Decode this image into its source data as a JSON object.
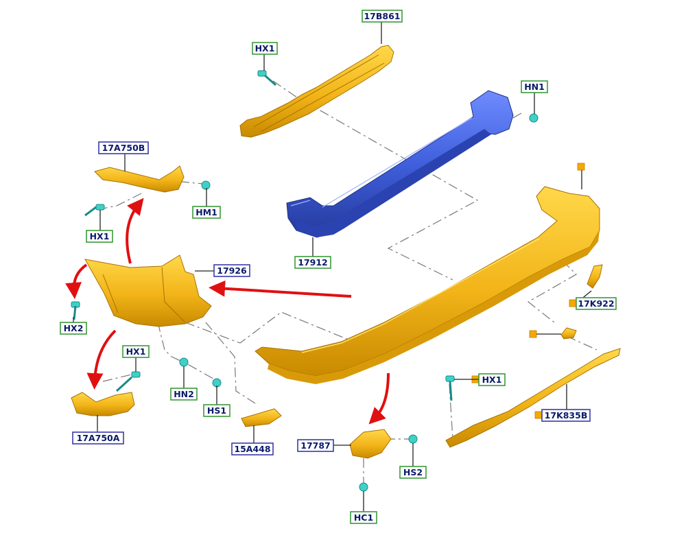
{
  "colors": {
    "label_green_border": "#3a9a3a",
    "label_blue_border": "#3a3aa8",
    "label_text": "#0a1a6a",
    "yellow_part": "#f2b418",
    "yellow_part_dark": "#c88a00",
    "blue_part": "#3f5fdc",
    "blue_part_dark": "#24399a",
    "fastener": "#3fd0c8",
    "arrow_red": "#e01010",
    "marker_orange": "#f5a800"
  },
  "labels": {
    "p17B861": "17B861",
    "hx1_top": "HX1",
    "hn1": "HN1",
    "p17A750B": "17A750B",
    "hm1": "HM1",
    "hx1_left": "HX1",
    "p17912": "17912",
    "p17926": "17926",
    "hx2": "HX2",
    "p17K922": "17K922",
    "hx1_mid": "HX1",
    "hn2": "HN2",
    "hs1": "HS1",
    "p17A750A": "17A750A",
    "p15A448": "15A448",
    "hx1_right": "HX1",
    "p17K835B": "17K835B",
    "p17787": "17787",
    "hs2": "HS2",
    "hc1": "HC1"
  }
}
